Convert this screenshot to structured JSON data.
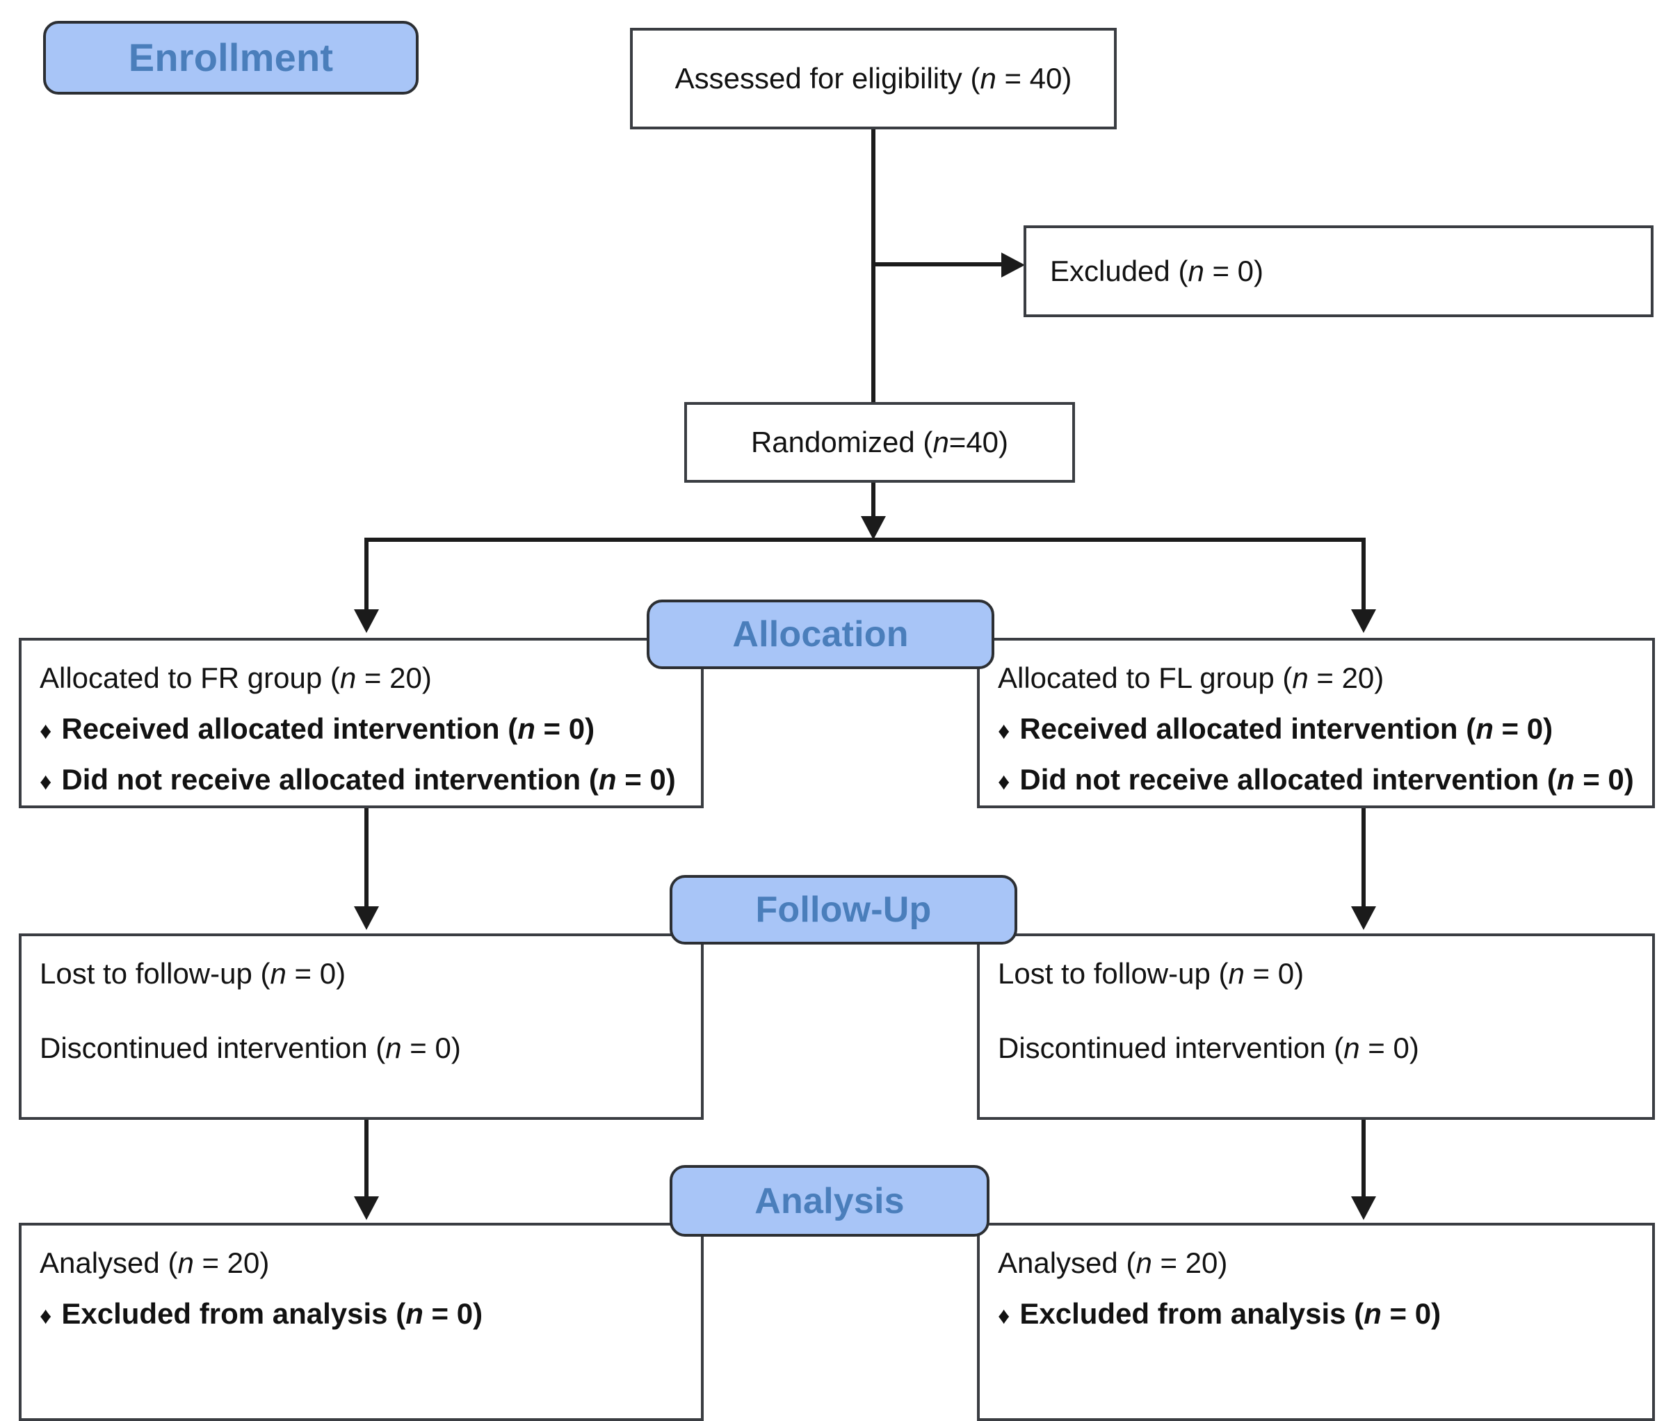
{
  "diagram": {
    "title": "CONSORT participant flow diagram",
    "accent_blue": "#a8c5f7",
    "badge_text_color": "#4a7ebb",
    "box_border_color": "#3a3d42",
    "bullet_glyph": "♦"
  },
  "stages": {
    "enrollment": "Enrollment",
    "allocation": "Allocation",
    "followup": "Follow-Up",
    "analysis": "Analysis"
  },
  "enrollment": {
    "assessed": {
      "prefix": "Assessed for eligibility (",
      "italic_n": "n",
      "suffix": " = 40)"
    },
    "excluded": {
      "prefix": "Excluded (",
      "italic_n": "n",
      "suffix": " = 0)"
    },
    "randomized": {
      "prefix": "Randomized (",
      "italic_n": "n",
      "suffix": "=40)"
    }
  },
  "allocation": {
    "left": {
      "heading_prefix": "Allocated to FR group (",
      "heading_italic_n": "n",
      "heading_suffix": " = 20)",
      "bullets": [
        {
          "prefix": "Received allocated intervention (",
          "italic_n": "n",
          "suffix": " = 0)"
        },
        {
          "prefix": "Did not receive allocated intervention (",
          "italic_n": "n",
          "suffix": " = 0)"
        }
      ]
    },
    "right": {
      "heading_prefix": "Allocated to FL group (",
      "heading_italic_n": "n",
      "heading_suffix": " = 20)",
      "bullets": [
        {
          "prefix": "Received allocated intervention (",
          "italic_n": "n",
          "suffix": " = 0)"
        },
        {
          "prefix": "Did not receive allocated intervention (",
          "italic_n": "n",
          "suffix": " = 0)"
        }
      ]
    }
  },
  "followup": {
    "left": {
      "line1_prefix": "Lost to follow-up (",
      "line1_italic_n": "n",
      "line1_suffix": " = 0)",
      "line2_prefix": "Discontinued intervention (",
      "line2_italic_n": "n",
      "line2_suffix": " = 0)"
    },
    "right": {
      "line1_prefix": "Lost to follow-up (",
      "line1_italic_n": "n",
      "line1_suffix": " = 0)",
      "line2_prefix": "Discontinued intervention (",
      "line2_italic_n": "n",
      "line2_suffix": " = 0)"
    }
  },
  "analysis": {
    "left": {
      "heading_prefix": "Analysed (",
      "heading_italic_n": "n",
      "heading_suffix": " = 20)",
      "bullet_prefix": "Excluded from analysis (",
      "bullet_italic_n": "n",
      "bullet_suffix": " = 0)"
    },
    "right": {
      "heading_prefix": "Analysed (",
      "heading_italic_n": "n",
      "heading_suffix": " = 20)",
      "bullet_prefix": "Excluded from analysis (",
      "bullet_italic_n": "n",
      "bullet_suffix": " = 0)"
    }
  }
}
